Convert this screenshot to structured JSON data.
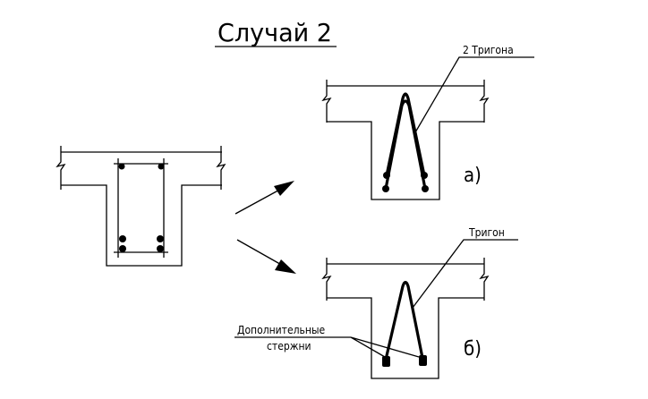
{
  "title": "Случай 2",
  "variant_a": {
    "label": "а)",
    "callout": "2 Тригона"
  },
  "variant_b": {
    "label": "б)",
    "callout": "Тригон",
    "extra_bars_line1": "Дополнительные",
    "extra_bars_line2": "стержни"
  }
}
